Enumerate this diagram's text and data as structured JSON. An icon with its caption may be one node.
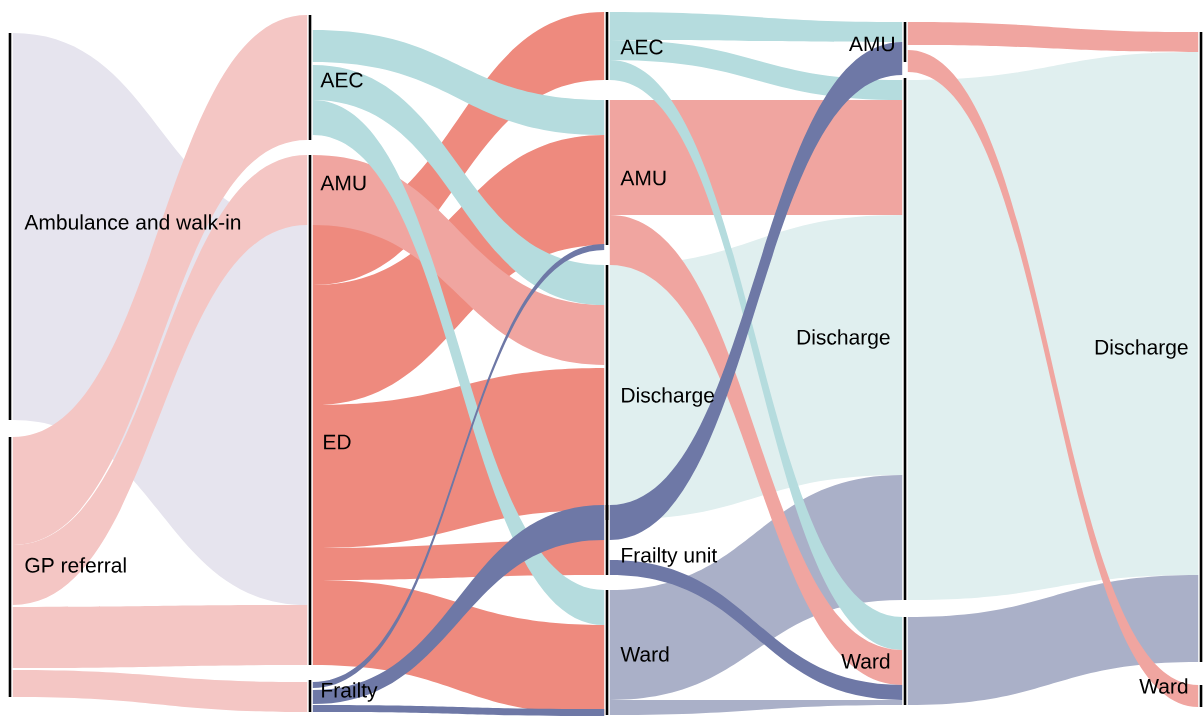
{
  "diagram": {
    "nodes": [
      {
        "text": [
          "Ambulance and walk-in"
        ]
      },
      {
        "text": [
          "GP referral"
        ]
      },
      {
        "text": [
          "AEC"
        ]
      },
      {
        "text": [
          "AMU"
        ]
      },
      {
        "text": [
          "ED"
        ]
      },
      {
        "text": [
          "Frailty"
        ]
      },
      {
        "text": [
          "AEC"
        ]
      },
      {
        "text": [
          "AMU"
        ]
      },
      {
        "text": [
          "Discharge"
        ]
      },
      {
        "text": [
          "Frailty unit"
        ]
      },
      {
        "text": [
          "Ward"
        ]
      },
      {
        "text": [
          "AMU"
        ]
      },
      {
        "text": [
          "Discharge"
        ]
      },
      {
        "text": [
          "Ward"
        ]
      },
      {
        "text": [
          "Discharge"
        ]
      },
      {
        "text": [
          "Ward"
        ]
      }
    ],
    "edges": [
      {
        "from": 0,
        "to": 4,
        "arrow": "none",
        "color": "#e6e4ee"
      },
      {
        "from": 1,
        "to": 2,
        "arrow": "none",
        "color": "#f4c6c4"
      },
      {
        "from": 1,
        "to": 3,
        "arrow": "none",
        "color": "#f4c6c4"
      },
      {
        "from": 1,
        "to": 4,
        "arrow": "none",
        "color": "#f4c6c4"
      },
      {
        "from": 1,
        "to": 5,
        "arrow": "none",
        "color": "#f4c6c4"
      },
      {
        "from": 2,
        "to": 7,
        "arrow": "none",
        "color": "#b5dcde"
      },
      {
        "from": 2,
        "to": 8,
        "arrow": "none",
        "color": "#b5dcde"
      },
      {
        "from": 2,
        "to": 10,
        "arrow": "none",
        "color": "#b5dcde"
      },
      {
        "from": 3,
        "to": 8,
        "arrow": "none",
        "color": "#f0a5a0"
      },
      {
        "from": 4,
        "to": 6,
        "arrow": "none",
        "color": "#ee8a7e"
      },
      {
        "from": 4,
        "to": 7,
        "arrow": "none",
        "color": "#ee8a7e"
      },
      {
        "from": 4,
        "to": 8,
        "arrow": "none",
        "color": "#ee8a7e"
      },
      {
        "from": 4,
        "to": 9,
        "arrow": "none",
        "color": "#ee8a7e"
      },
      {
        "from": 4,
        "to": 10,
        "arrow": "none",
        "color": "#ee8a7e"
      },
      {
        "from": 5,
        "to": 7,
        "arrow": "none",
        "color": "#6e78a6"
      },
      {
        "from": 5,
        "to": 9,
        "arrow": "none",
        "color": "#6e78a6"
      },
      {
        "from": 5,
        "to": 10,
        "arrow": "none",
        "color": "#6e78a6"
      },
      {
        "from": 6,
        "to": 11,
        "arrow": "none",
        "color": "#b5dcde"
      },
      {
        "from": 6,
        "to": 12,
        "arrow": "none",
        "color": "#b5dcde"
      },
      {
        "from": 6,
        "to": 13,
        "arrow": "none",
        "color": "#b5dcde"
      },
      {
        "from": 7,
        "to": 12,
        "arrow": "none",
        "color": "#f0a5a0"
      },
      {
        "from": 7,
        "to": 13,
        "arrow": "none",
        "color": "#f0a5a0"
      },
      {
        "from": 8,
        "to": 12,
        "arrow": "none",
        "color": "#e0efef"
      },
      {
        "from": 9,
        "to": 11,
        "arrow": "none",
        "color": "#6e78a6"
      },
      {
        "from": 9,
        "to": 13,
        "arrow": "none",
        "color": "#6e78a6"
      },
      {
        "from": 10,
        "to": 12,
        "arrow": "none",
        "color": "#aab0c8"
      },
      {
        "from": 10,
        "to": 13,
        "arrow": "none",
        "color": "#aab0c8"
      },
      {
        "from": 11,
        "to": 14,
        "arrow": "none",
        "color": "#f0a5a0"
      },
      {
        "from": 11,
        "to": 15,
        "arrow": "none",
        "color": "#f0a5a0"
      },
      {
        "from": 12,
        "to": 14,
        "arrow": "none",
        "color": "#e0efef"
      },
      {
        "from": 13,
        "to": 14,
        "arrow": "none",
        "color": "#aab0c8"
      }
    ]
  }
}
